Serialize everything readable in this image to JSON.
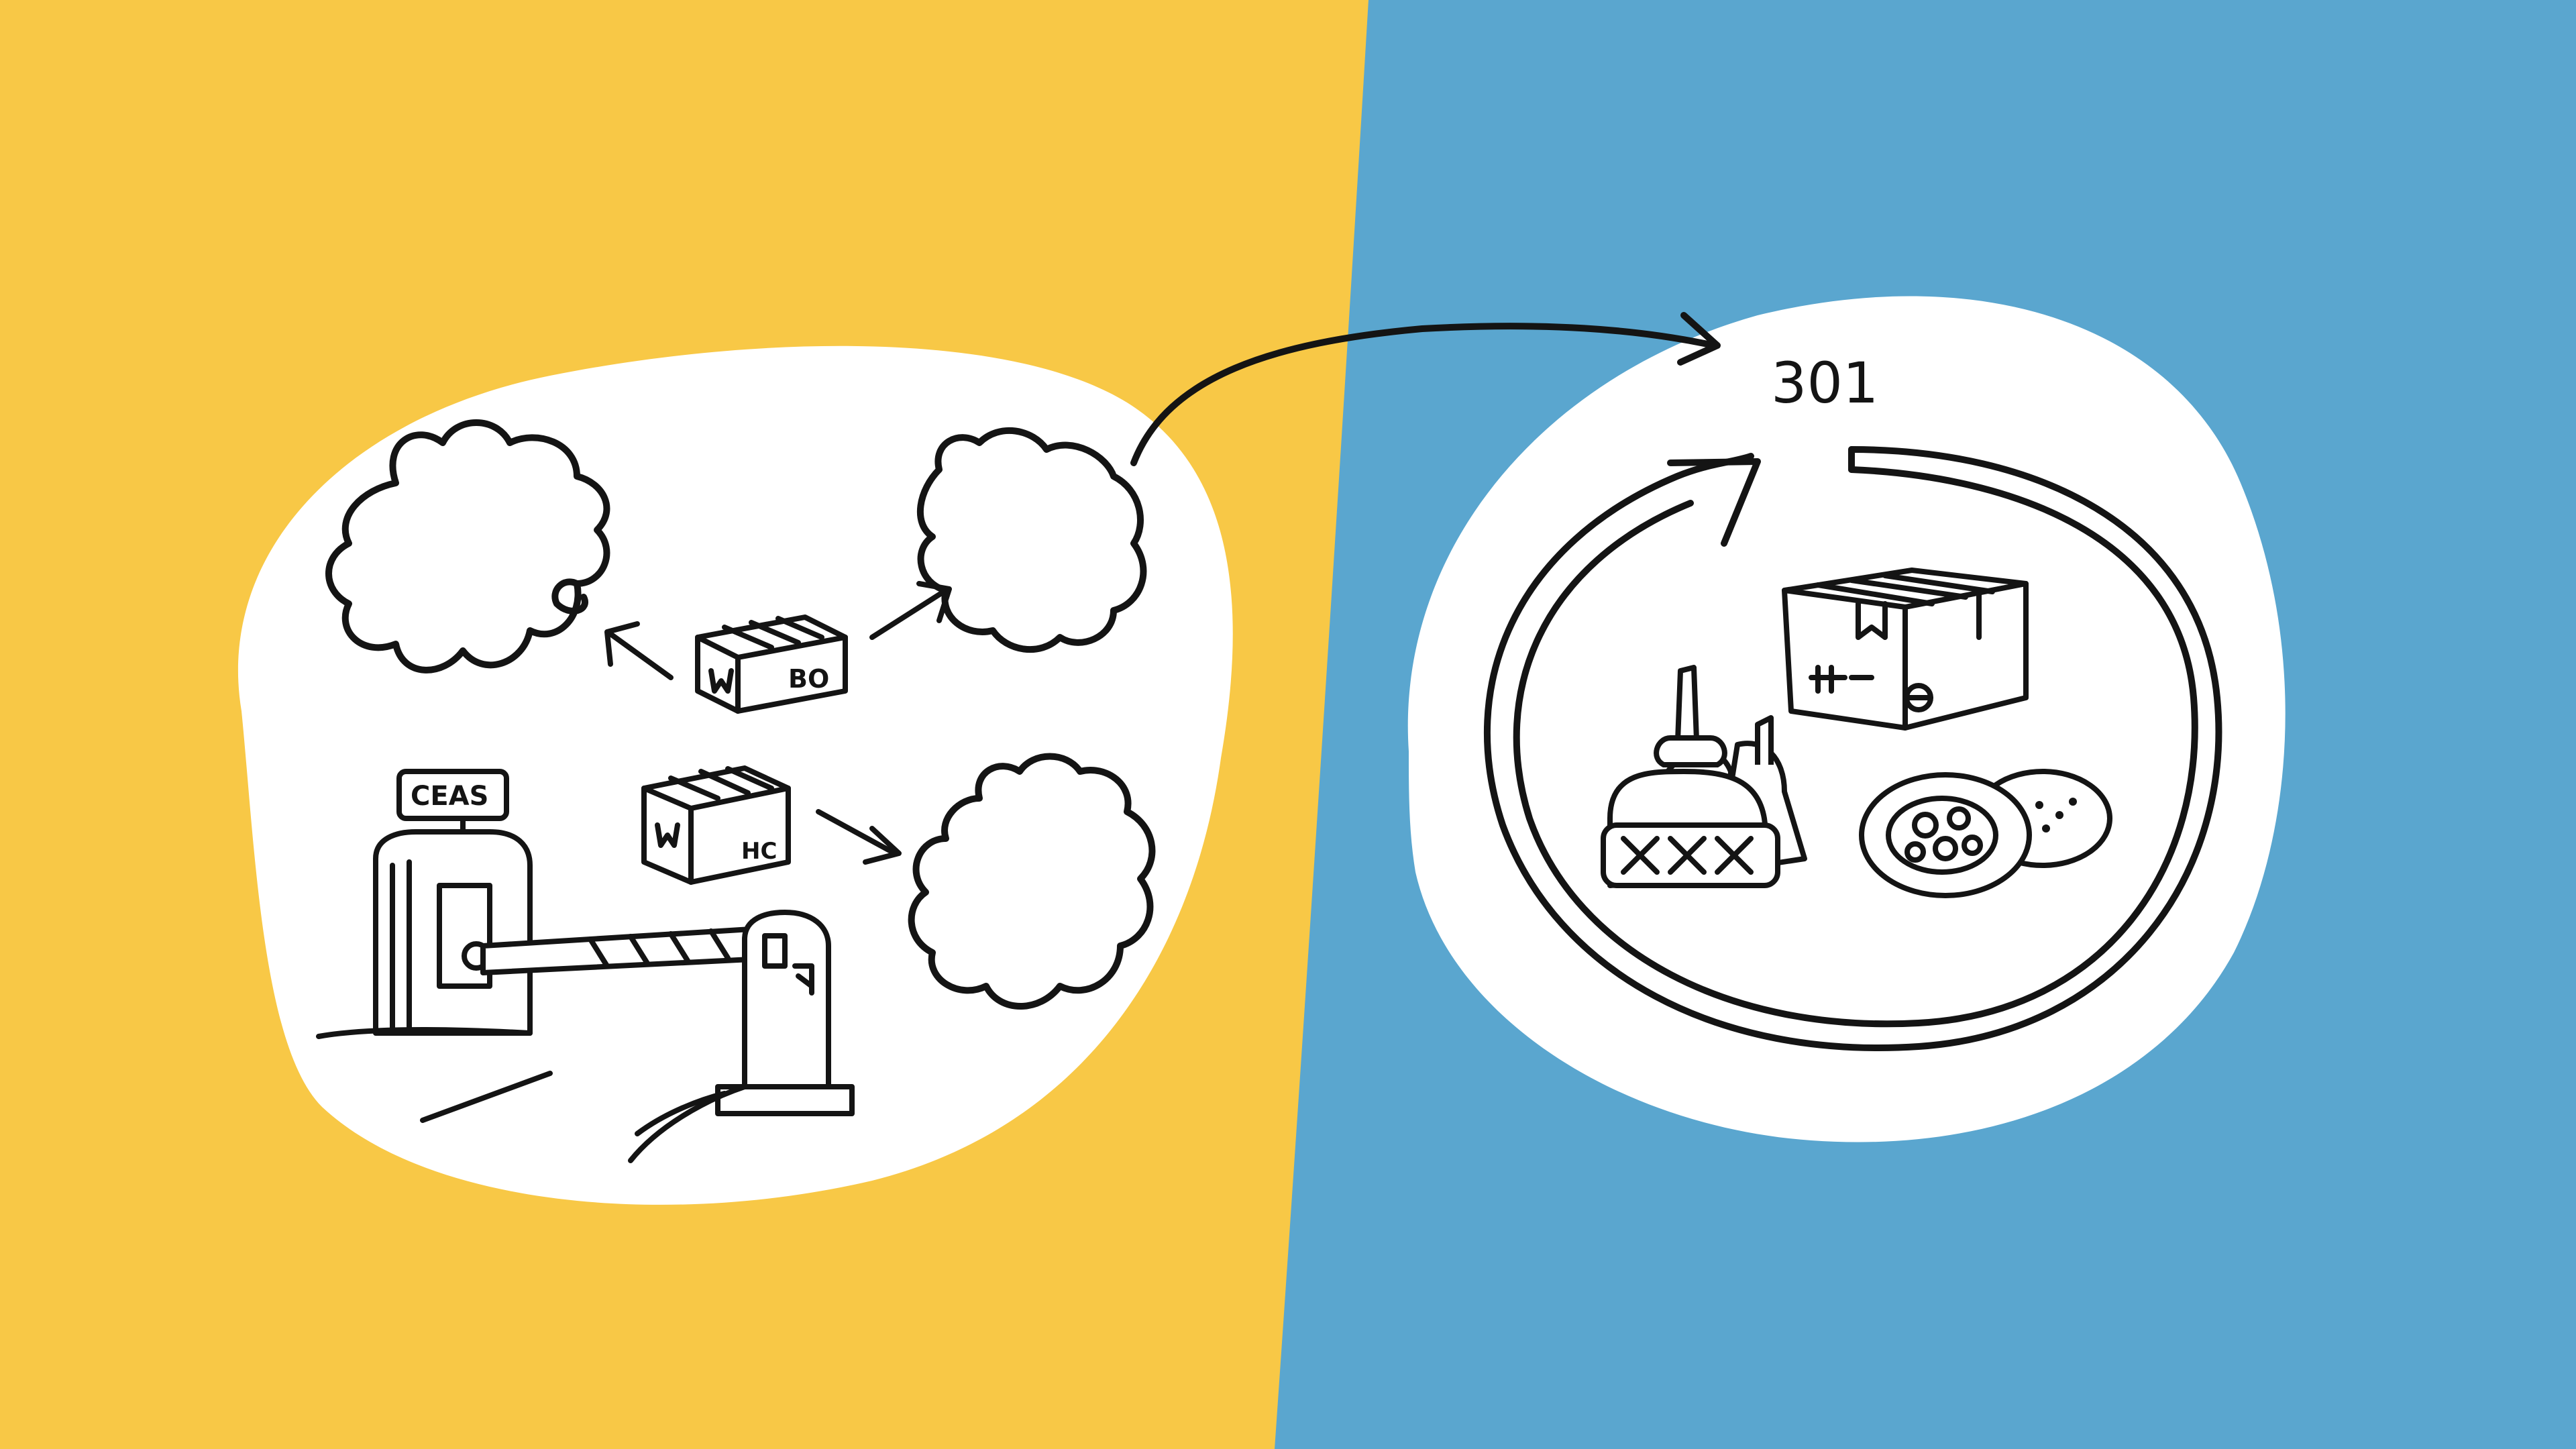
{
  "colors": {
    "left_bg": "#F8C846",
    "right_bg": "#5AA6CF",
    "blob": "#FFFFFF",
    "ink": "#141414"
  },
  "left_panel": {
    "gate_sign_text": "CEAS",
    "box_top_label": "BO",
    "box_mid_label": "HC",
    "icons": [
      "cloud-icon",
      "cloud-icon",
      "cloud-icon",
      "package-box-icon",
      "package-box-icon",
      "toll-gate-barrier-icon",
      "road-icon"
    ]
  },
  "connector": {
    "icon": "curved-arrow-icon"
  },
  "right_panel": {
    "number_label": "301",
    "icons": [
      "circular-arrow-icon",
      "package-box-icon",
      "bottles-icon",
      "food-basket-icon",
      "plates-icon"
    ]
  }
}
